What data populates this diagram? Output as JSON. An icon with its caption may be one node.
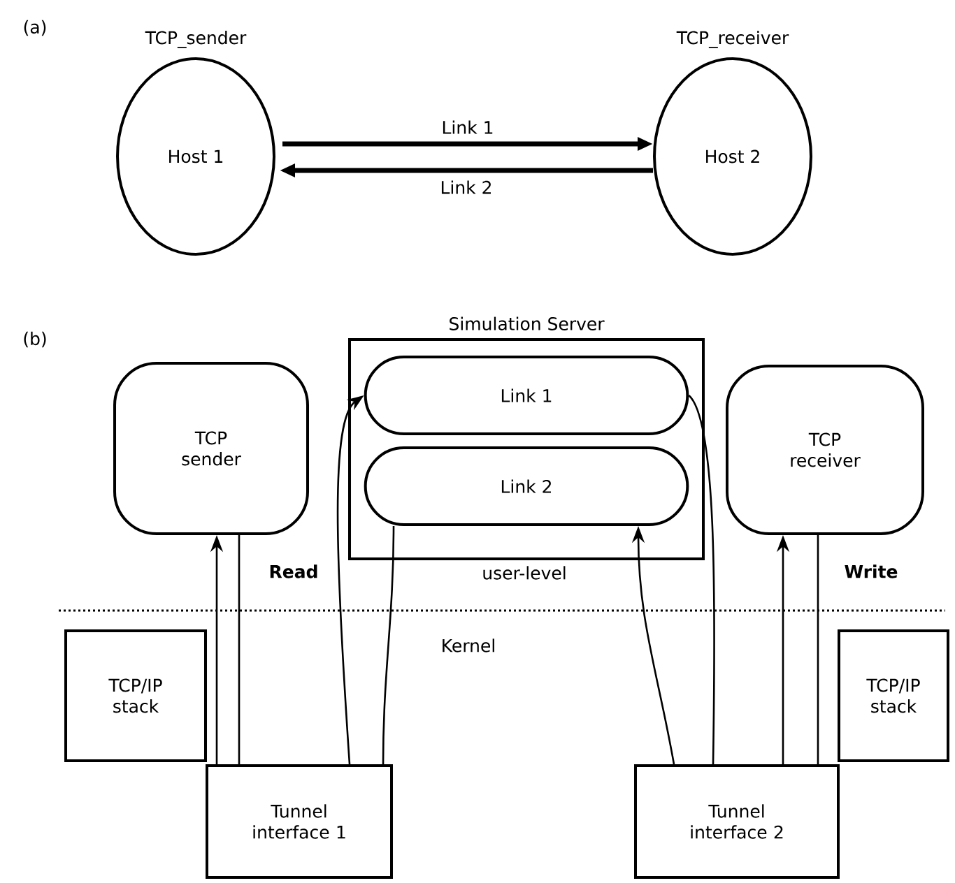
{
  "diagram": {
    "nodes": [
      {
        "text": [
          "Host 1"
        ],
        "beside": [
          "TCP_sender"
        ]
      },
      {
        "text": [
          "Host 2"
        ],
        "beside": [
          "TCP_receiver"
        ]
      },
      {
        "text": [
          "Simulation Server"
        ]
      },
      {
        "text": [
          "Link 1"
        ],
        "in": 2
      },
      {
        "text": [
          "Link 2"
        ],
        "in": 2
      },
      {
        "text": [
          "TCP sender"
        ]
      },
      {
        "text": [
          "TCP receiver"
        ]
      },
      {
        "text": [
          "TCP/IP stack"
        ]
      },
      {
        "text": [
          "Tunnel interface 1"
        ]
      },
      {
        "text": [
          "TCP/IP stack"
        ]
      },
      {
        "text": [
          "Tunnel interface 2"
        ]
      }
    ],
    "edges": [
      {
        "from": 0,
        "to": 1,
        "arrow": "to",
        "label": "Link 1",
        "style": "thick"
      },
      {
        "from": 1,
        "to": 0,
        "arrow": "to",
        "label": "Link 2",
        "style": "thick"
      },
      {
        "from": 5,
        "to": 8,
        "arrow": "none"
      },
      {
        "from": 8,
        "to": 3,
        "arrow": "to"
      },
      {
        "from": 4,
        "to": 8,
        "arrow": "none"
      },
      {
        "from": 8,
        "to": 5,
        "arrow": "to"
      },
      {
        "from": 3,
        "to": 10,
        "arrow": "none"
      },
      {
        "from": 10,
        "to": 6,
        "arrow": "to"
      },
      {
        "from": 6,
        "to": 10,
        "arrow": "none"
      },
      {
        "from": 10,
        "to": 4,
        "arrow": "to"
      }
    ],
    "labels": [
      "(a)",
      "(b)",
      "Read",
      "Write",
      "user-level",
      "Kernel"
    ]
  }
}
